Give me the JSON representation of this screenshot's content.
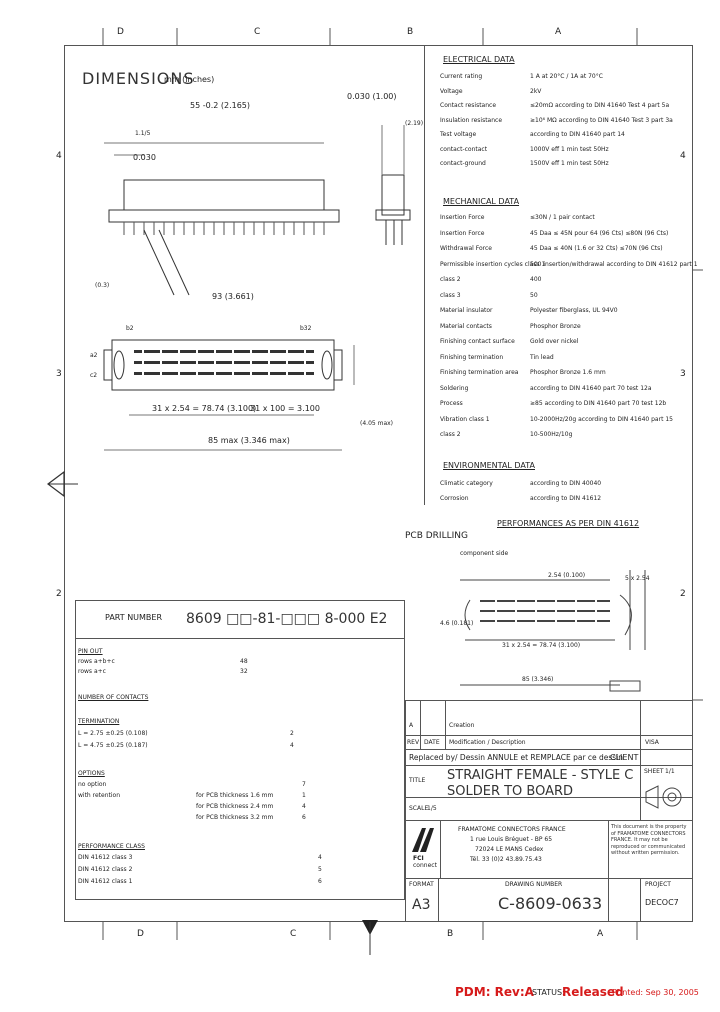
{
  "zone_letters_top": [
    "D",
    "C",
    "B",
    "A"
  ],
  "zone_letters_bottom": [
    "D",
    "C",
    "B",
    "A"
  ],
  "zone_numbers_left": [
    "4",
    "3",
    "2"
  ],
  "zone_numbers_right": [
    "4",
    "3",
    "2"
  ],
  "title": {
    "main": "DIMENSIONS",
    "unit": "mm (inches)"
  },
  "dims": {
    "d1": "55 -0.2 (2.165)",
    "d2": "0.030 (1.00)",
    "d3": "1.1/5",
    "d4": "0.030",
    "d5": "(2.19)",
    "d6": "93 (3.661)",
    "d7": "31 x 2.54 = 78.74 (3.100)",
    "d8": "31 x 100 = 3.100",
    "d9": "85 max (3.346 max)",
    "d10": "b2",
    "d11": "a2",
    "d12": "c2",
    "d13": "b32",
    "d14": "(4.05 max)",
    "d15": "(0.3)"
  },
  "electrical": {
    "heading": "ELECTRICAL DATA",
    "rows": [
      {
        "label": "Current rating",
        "value": "1 A at 20°C / 1A at 70°C"
      },
      {
        "label": "Voltage",
        "value": "2kV"
      },
      {
        "label": "Contact resistance",
        "value": "≤20mΩ according to DIN 41640 Test 4 part 5a"
      },
      {
        "label": "Insulation resistance",
        "value": "≥10⁶ MΩ according to DIN 41640 Test 3 part 3a"
      },
      {
        "label": "Test voltage",
        "value": "according to DIN 41640 part 14"
      },
      {
        "label": "contact-contact",
        "value": "1000V eff 1 min test 50Hz"
      },
      {
        "label": "contact-ground",
        "value": "1500V eff 1 min test 50Hz"
      }
    ]
  },
  "mechanical": {
    "heading": "MECHANICAL DATA",
    "rows": [
      {
        "label": "Insertion Force",
        "value": "≤30N / 1 pair contact"
      },
      {
        "label": "Insertion Force",
        "value": "45 Daa ≤ 45N pour 64 (96 Cts)   ≤80N (96 Cts)"
      },
      {
        "label": "Withdrawal Force",
        "value": "45 Daa ≤ 40N (1.6 or 32 Cts)   ≤70N (96 Cts)"
      },
      {
        "label": "Permissible insertion cycles  class 1",
        "value": "500 insertion/withdrawal according to DIN 41612 part 1"
      },
      {
        "label": "class 2",
        "value": "400"
      },
      {
        "label": "class 3",
        "value": "50"
      },
      {
        "label": "Material  insulator",
        "value": "Polyester fiberglass, UL 94V0"
      },
      {
        "label": "Material  contacts",
        "value": "Phosphor Bronze"
      },
      {
        "label": "Finishing contact surface",
        "value": "Gold over nickel"
      },
      {
        "label": "Finishing termination",
        "value": "Tin lead"
      },
      {
        "label": "Finishing termination area",
        "value": "Phosphor Bronze 1.6 mm"
      },
      {
        "label": "Soldering",
        "value": "according to DIN 41640 part 70 test 12a"
      },
      {
        "label": "Process",
        "value": "≥85 according to DIN 41640 part 70 test 12b"
      },
      {
        "label": "Vibration  class 1",
        "value": "10-2000Hz/20g according to DIN 41640 part 15"
      },
      {
        "label": "class 2",
        "value": "10-500Hz/10g"
      }
    ]
  },
  "environmental": {
    "heading": "ENVIRONMENTAL DATA",
    "rows": [
      {
        "label": "Climatic category",
        "value": "according to DIN 40040"
      },
      {
        "label": "Corrosion",
        "value": "according to DIN 41612"
      }
    ]
  },
  "performance_note": "PERFORMANCES AS PER DIN 41612",
  "pcb": {
    "title": "PCB DRILLING",
    "subtitle": "component side",
    "d1": "2.54 (0.100)",
    "d2": "31 x 2.54 = 78.74 (3.100)",
    "d3": "85 (3.346)",
    "d4": "4.6 (0.181)",
    "d5": "5 x 2.54"
  },
  "part_number": {
    "label": "PART NUMBER",
    "code": "8609 □□-81-□□□ 8-000 E2"
  },
  "pin_out": {
    "heading": "PIN OUT",
    "rows": [
      {
        "label": "rows a+b+c",
        "code": "48"
      },
      {
        "label": "rows a+c",
        "code": "32"
      }
    ]
  },
  "contacts_heading": "NUMBER OF CONTACTS",
  "termination": {
    "heading": "TERMINATION",
    "rows": [
      {
        "label": "L = 2.75 ±0.25 (0.108)",
        "code": "2"
      },
      {
        "label": "L = 4.75 ±0.25 (0.187)",
        "code": "4"
      }
    ]
  },
  "options": {
    "heading": "OPTIONS",
    "rows": [
      {
        "label": "no option",
        "code": "7"
      },
      {
        "label": "with retention",
        "note": "for PCB thickness 1.6 mm",
        "code": "1"
      },
      {
        "label": "",
        "note": "for PCB thickness 2.4 mm",
        "code": "4"
      },
      {
        "label": "",
        "note": "for PCB thickness 3.2 mm",
        "code": "6"
      }
    ]
  },
  "perf_class": {
    "heading": "PERFORMANCE CLASS",
    "rows": [
      {
        "label": "DIN 41612 class 3",
        "code": "4"
      },
      {
        "label": "DIN 41612 class 2",
        "code": "5"
      },
      {
        "label": "DIN 41612 class 1",
        "code": "6"
      }
    ]
  },
  "revisions": {
    "rows": [
      {
        "rev": "A",
        "date": "",
        "desc": "Creation",
        "by": ""
      },
      {
        "rev": "REV",
        "date": "DATE",
        "desc": "Modification / Description",
        "by": "VISA"
      }
    ],
    "replaced": "Replaced by/ Dessin ANNULE et REMPLACE par ce dessin",
    "customer": "CLIENT"
  },
  "title_block": {
    "title_label": "TITLE",
    "title_1": "STRAIGHT FEMALE - STYLE C",
    "title_2": "SOLDER TO BOARD",
    "scale_label": "SCALE",
    "scale": "1/5",
    "sheet_label": "SHEET",
    "sheet": "1/1",
    "company": "FRAMATOME CONNECTORS FRANCE",
    "addr1": "1 rue Louis Bréguet - BP 65",
    "addr2": "72024 LE MANS Cedex",
    "addr3": "Tél. 33 (0)2 43.89.75.43",
    "logo_text": "FCI",
    "logo_sub": "connect",
    "property_note": "This document is the property of FRAMATOME CONNECTORS FRANCE. It may not be reproduced or communicated without written permission.",
    "format_label": "FORMAT",
    "format": "A3",
    "drawing_label": "DRAWING NUMBER",
    "drawing_no": "C-8609-0633",
    "project_label": "PROJECT",
    "project": "DECOC7"
  },
  "footer": {
    "pdm": "PDM: Rev:A",
    "status_label": "STATUS:",
    "status": "Released",
    "printed": "Printed: Sep 30, 2005"
  }
}
